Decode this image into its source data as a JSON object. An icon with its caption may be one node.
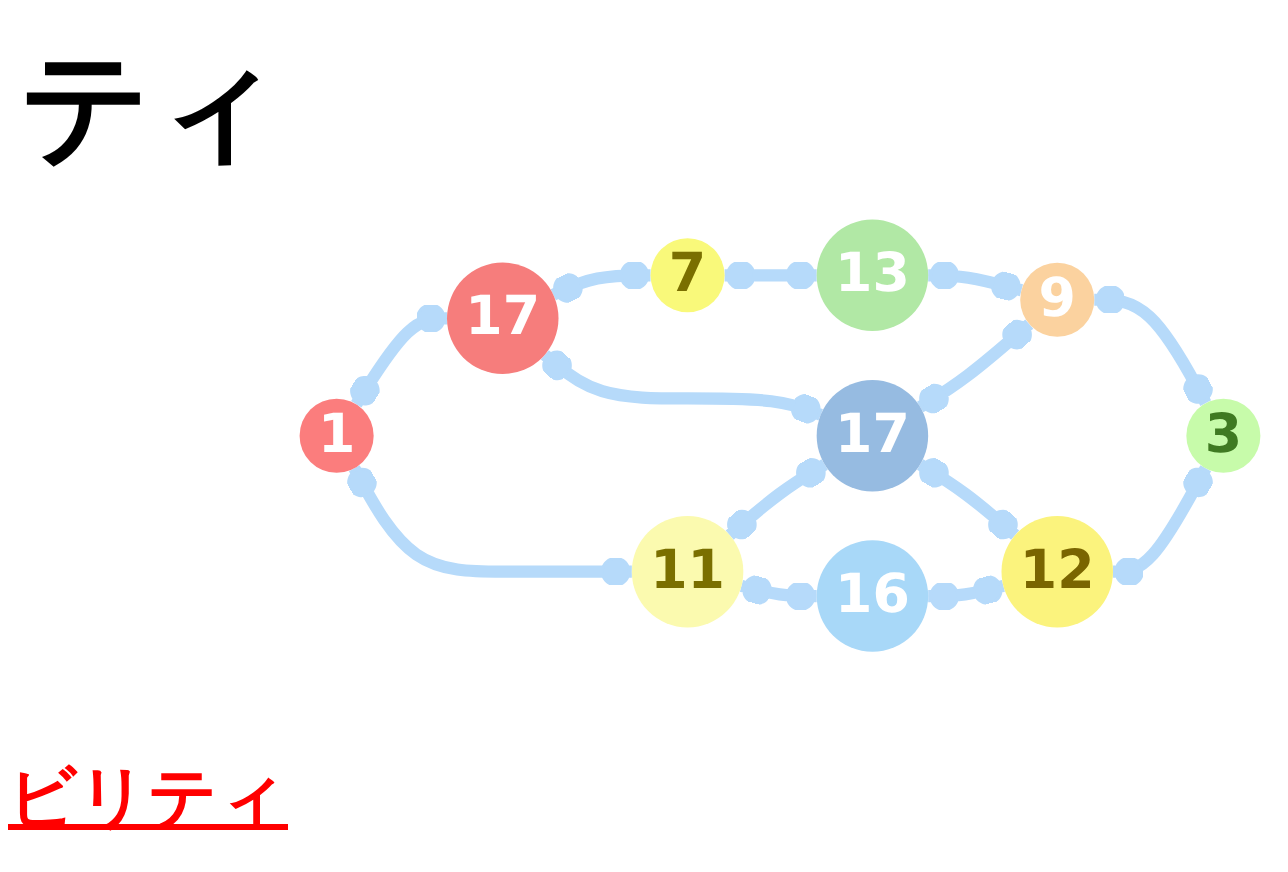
{
  "diagram": {
    "nodes": [
      {
        "text": [
          "7"
        ]
      },
      {
        "text": [
          "13"
        ]
      },
      {
        "text": [
          "17"
        ]
      },
      {
        "text": [
          "9"
        ]
      },
      {
        "text": [
          "1"
        ]
      },
      {
        "text": [
          "17"
        ]
      },
      {
        "text": [
          "3"
        ]
      },
      {
        "text": [
          "11"
        ]
      },
      {
        "text": [
          "12"
        ]
      },
      {
        "text": [
          "16"
        ]
      }
    ],
    "edges": [
      {
        "from": 0,
        "to": 1,
        "arrow": "other"
      },
      {
        "from": 1,
        "to": 3,
        "arrow": "other"
      },
      {
        "from": 2,
        "to": 0,
        "arrow": "other"
      },
      {
        "from": 4,
        "to": 2,
        "arrow": "other"
      },
      {
        "from": 2,
        "to": 5,
        "arrow": "other"
      },
      {
        "from": 5,
        "to": 3,
        "arrow": "other"
      },
      {
        "from": 3,
        "to": 6,
        "arrow": "other"
      },
      {
        "from": 4,
        "to": 7,
        "arrow": "other"
      },
      {
        "from": 7,
        "to": 5,
        "arrow": "other"
      },
      {
        "from": 5,
        "to": 8,
        "arrow": "other"
      },
      {
        "from": 8,
        "to": 6,
        "arrow": "other"
      },
      {
        "from": 7,
        "to": 9,
        "arrow": "other"
      },
      {
        "from": 9,
        "to": 8,
        "arrow": "other"
      }
    ],
    "labels": [
      "ティ",
      "ビリティ"
    ]
  }
}
